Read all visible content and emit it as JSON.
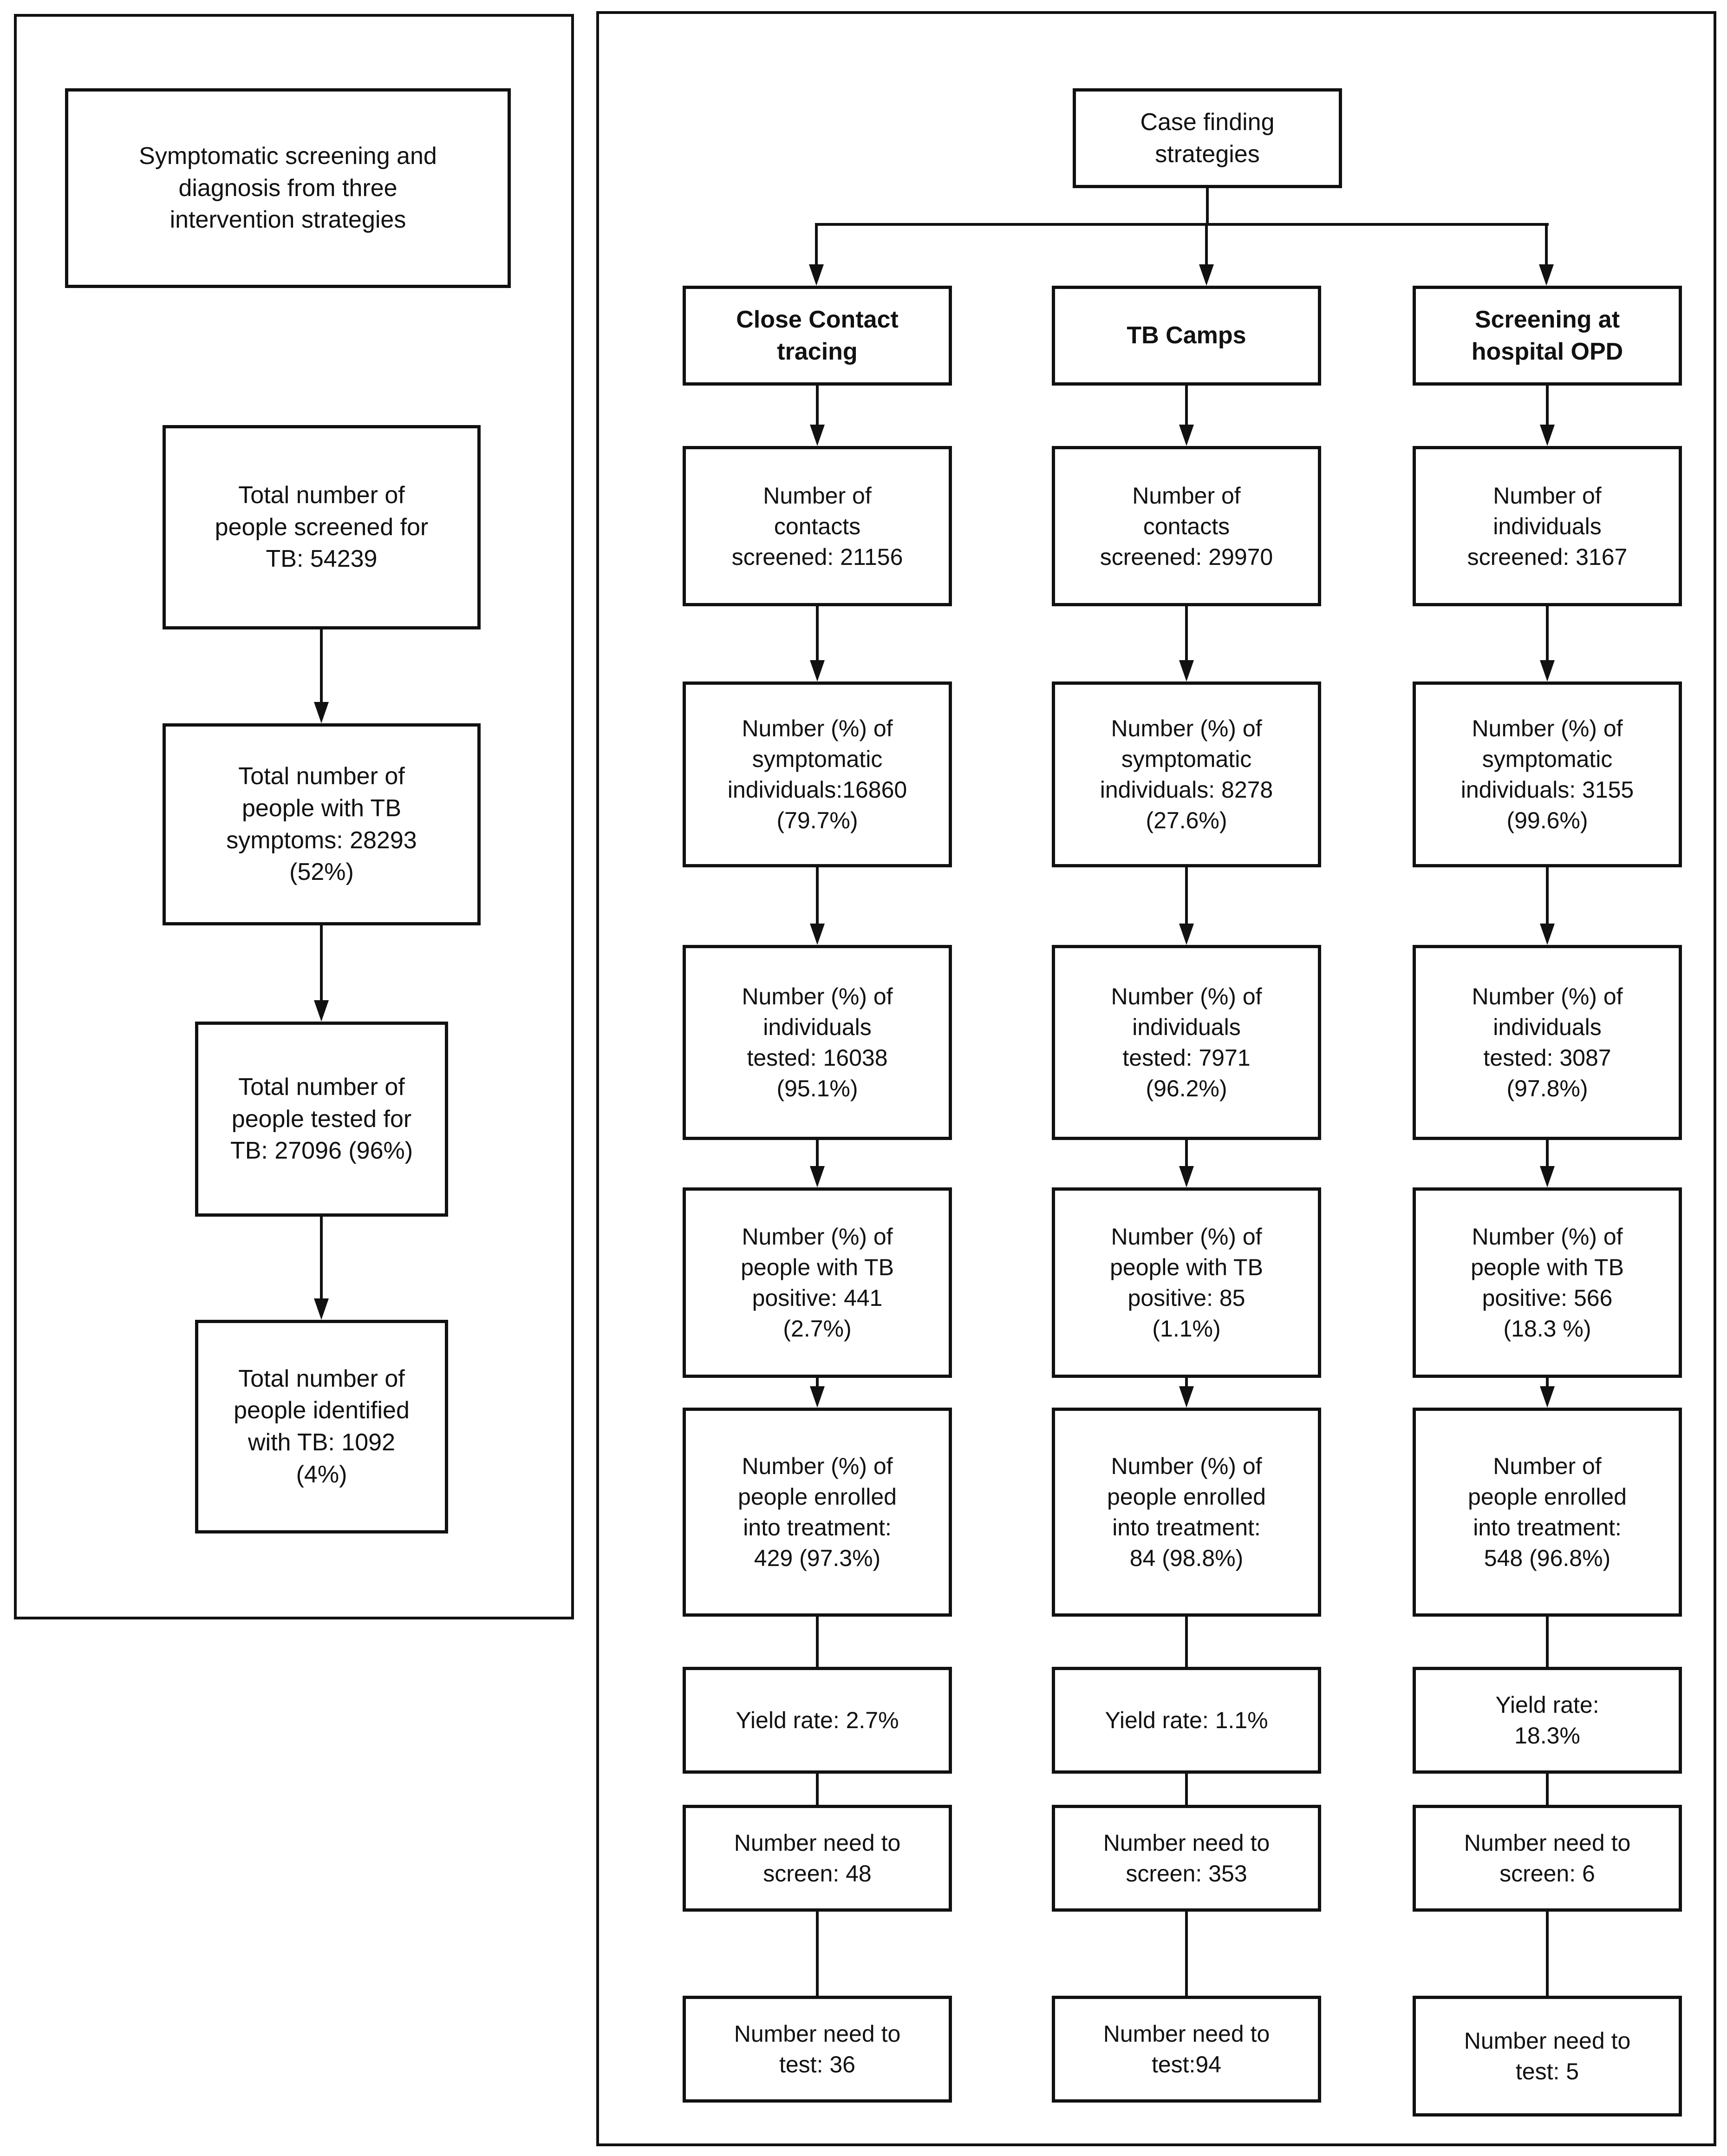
{
  "left_panel": {
    "title": "Symptomatic screening and\ndiagnosis from three\nintervention strategies",
    "boxes": [
      "Total number of\npeople screened for\nTB: 54239",
      "Total number of\npeople with TB\nsymptoms: 28293\n(52%)",
      "Total number of\npeople tested for\nTB: 27096 (96%)",
      "Total number of\npeople identified\nwith TB: 1092\n(4%)"
    ]
  },
  "right_panel": {
    "root": "Case finding\nstrategies",
    "columns": [
      {
        "header": "Close Contact\ntracing",
        "boxes": [
          "Number of\ncontacts\nscreened: 21156",
          "Number (%) of\nsymptomatic\nindividuals:16860\n(79.7%)",
          "Number (%) of\nindividuals\ntested: 16038\n(95.1%)",
          "Number (%) of\npeople with TB\npositive: 441\n(2.7%)",
          "Number (%) of\npeople enrolled\ninto treatment:\n429 (97.3%)",
          "Yield rate: 2.7%",
          "Number need to\nscreen: 48",
          "Number need to\ntest: 36"
        ]
      },
      {
        "header": "TB Camps",
        "boxes": [
          "Number of\ncontacts\nscreened: 29970",
          "Number (%) of\nsymptomatic\nindividuals: 8278\n(27.6%)",
          "Number (%) of\nindividuals\ntested: 7971\n(96.2%)",
          "Number (%) of\npeople with TB\npositive: 85\n(1.1%)",
          "Number (%) of\npeople enrolled\ninto treatment:\n84 (98.8%)",
          "Yield rate: 1.1%",
          "Number need to\nscreen: 353",
          "Number need to\ntest:94"
        ]
      },
      {
        "header": "Screening at\nhospital OPD",
        "boxes": [
          "Number of\nindividuals\nscreened: 3167",
          "Number (%) of\nsymptomatic\nindividuals: 3155\n(99.6%)",
          "Number (%) of\nindividuals\ntested: 3087\n(97.8%)",
          "Number (%) of\npeople with TB\npositive: 566\n(18.3 %)",
          "Number of\npeople enrolled\ninto treatment:\n548 (96.8%)",
          "Yield rate:\n18.3%",
          "Number need to\nscreen: 6",
          "Number need to\ntest: 5"
        ]
      }
    ]
  }
}
